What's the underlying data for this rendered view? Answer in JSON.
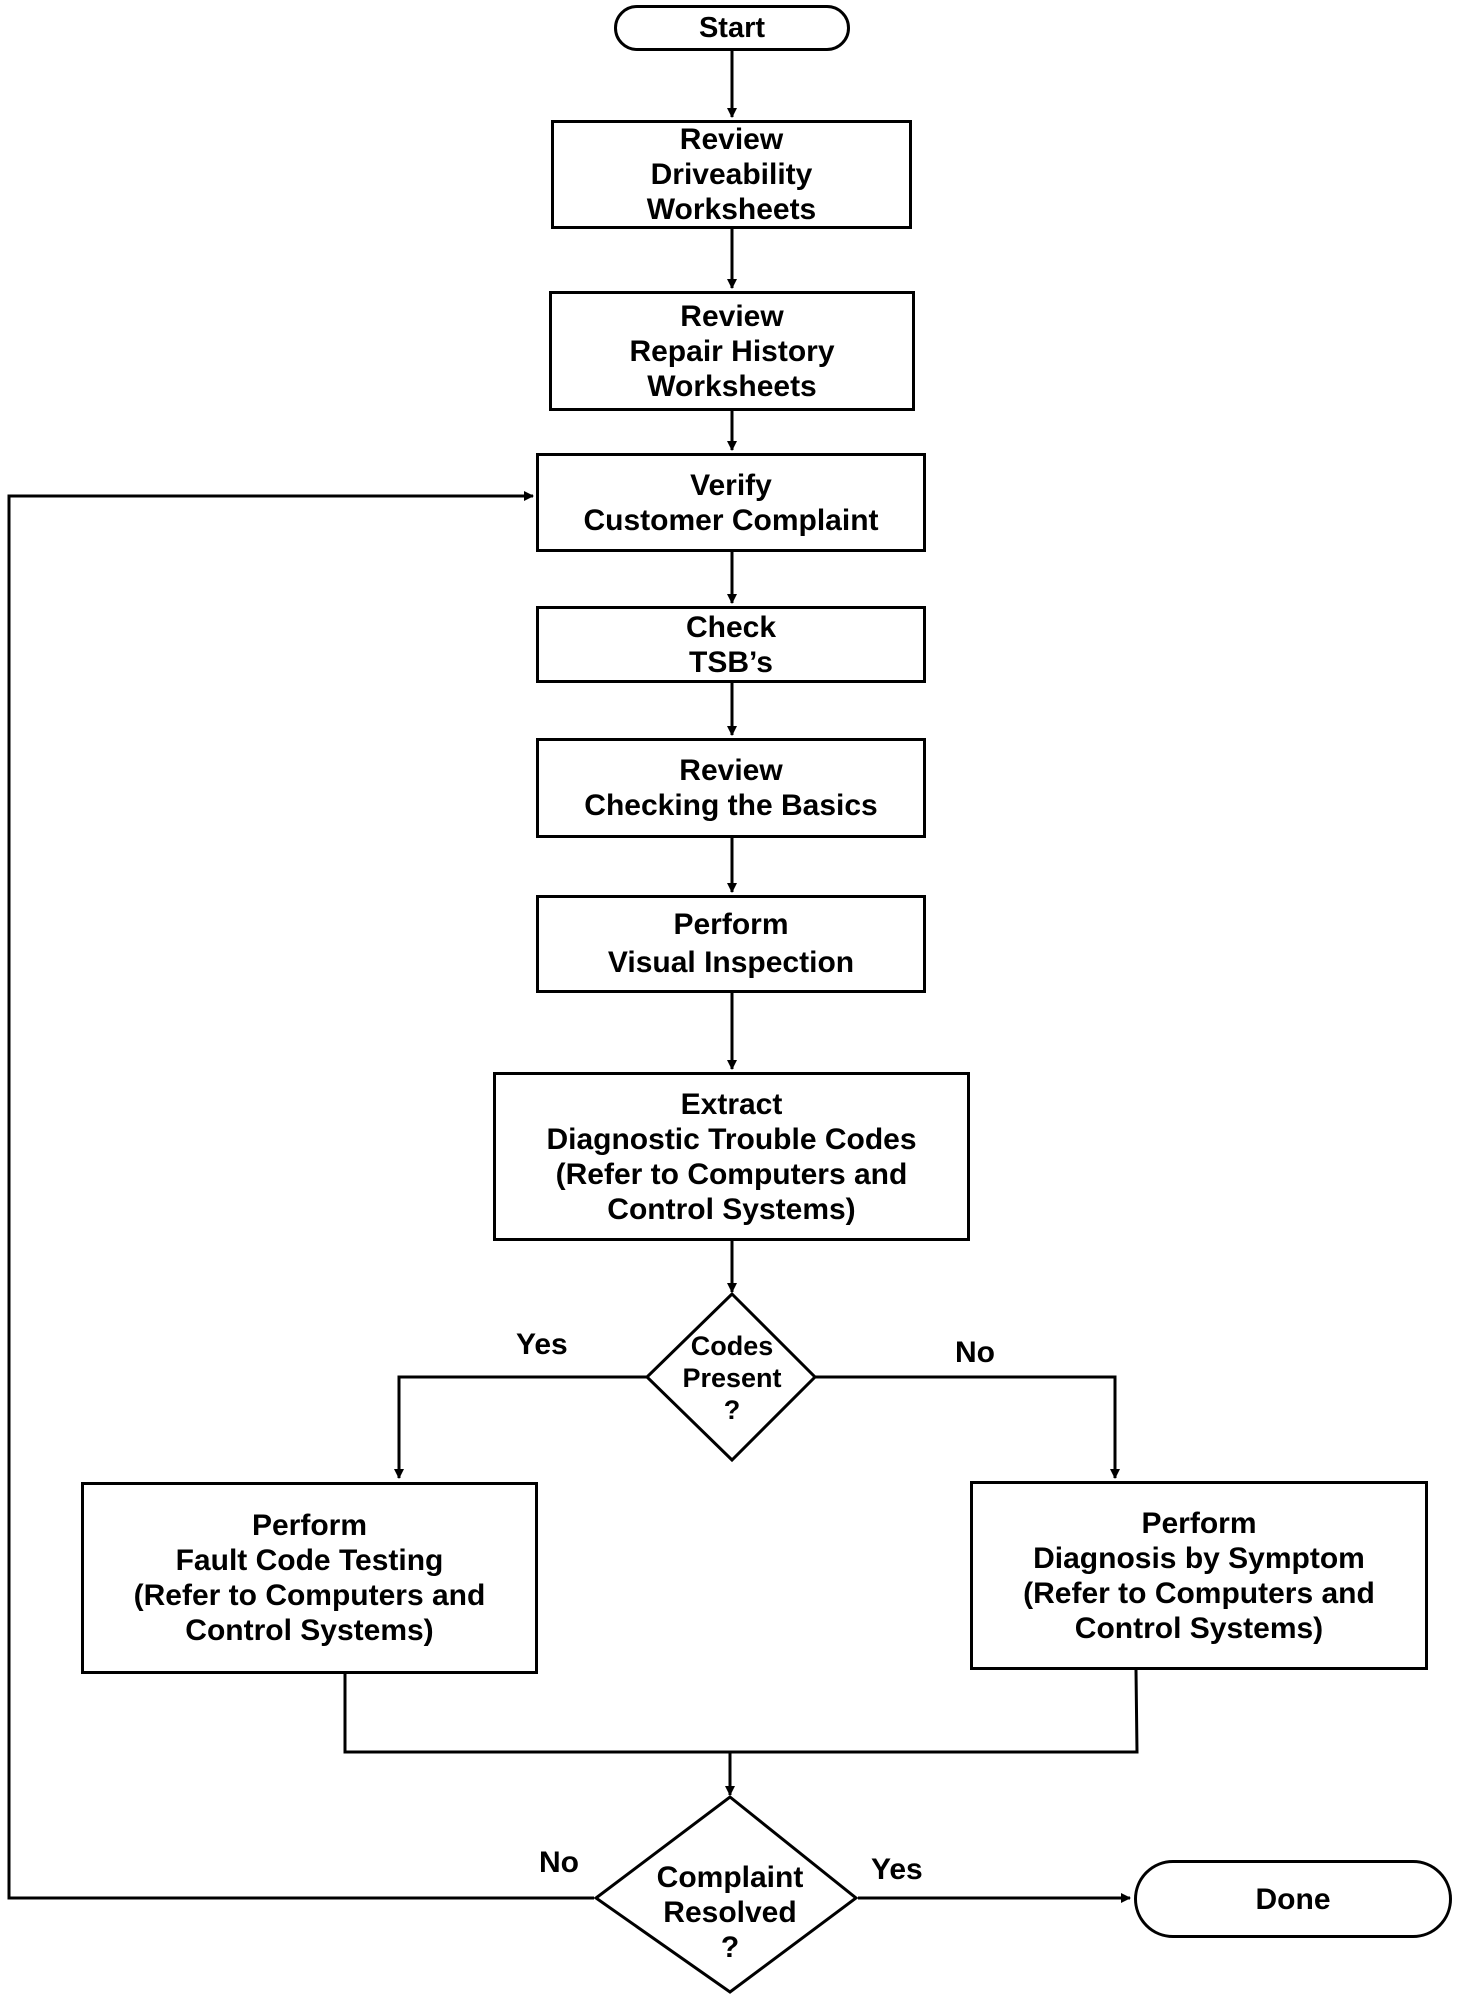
{
  "nodes": {
    "start": {
      "lines": [
        "Start"
      ]
    },
    "review_driveability": {
      "lines": [
        "Review",
        "Driveability",
        "Worksheets"
      ]
    },
    "review_repair_history": {
      "lines": [
        "Review",
        "Repair History",
        "Worksheets"
      ]
    },
    "verify_complaint": {
      "lines": [
        "Verify",
        "Customer Complaint"
      ]
    },
    "check_tsb": {
      "lines": [
        "Check",
        "TSB’s"
      ]
    },
    "review_basics": {
      "lines": [
        "Review",
        "Checking the Basics"
      ]
    },
    "visual_inspection": {
      "lines": [
        "Perform",
        "Visual Inspection"
      ]
    },
    "extract_codes": {
      "lines": [
        "Extract",
        "Diagnostic Trouble Codes",
        "(Refer to Computers and",
        "Control Systems)"
      ]
    },
    "codes_present": {
      "lines": [
        "Codes",
        "Present",
        "?"
      ]
    },
    "fault_code_testing": {
      "lines": [
        "Perform",
        "Fault Code Testing",
        "(Refer to Computers and",
        "Control Systems)"
      ]
    },
    "diagnosis_by_symptom": {
      "lines": [
        "Perform",
        "Diagnosis by Symptom",
        "(Refer to Computers and",
        "Control Systems)"
      ]
    },
    "complaint_resolved": {
      "lines": [
        "Complaint",
        "Resolved",
        "?"
      ]
    },
    "done": {
      "lines": [
        "Done"
      ]
    }
  },
  "edge_labels": {
    "codes_yes": "Yes",
    "codes_no": "No",
    "resolved_no": "No",
    "resolved_yes": "Yes"
  },
  "colors": {
    "stroke": "#000000",
    "background": "#ffffff"
  }
}
